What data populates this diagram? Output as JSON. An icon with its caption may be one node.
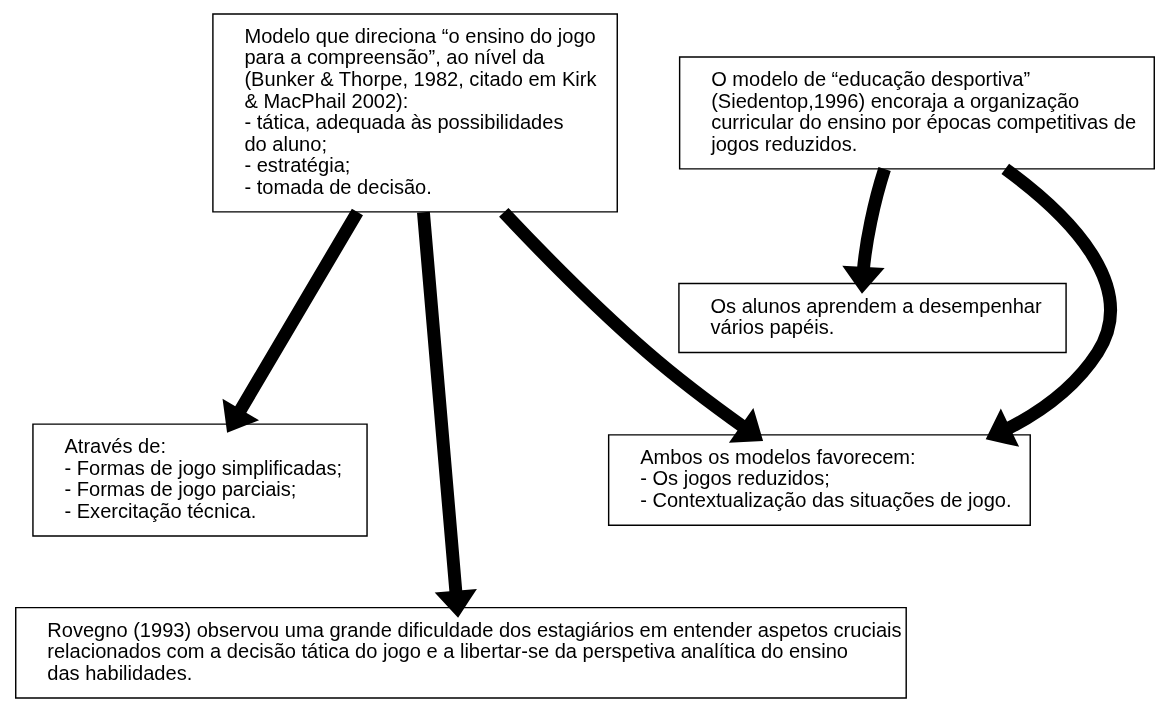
{
  "diagram": {
    "nodes": [
      {
        "text": [
          "Modelo que direciona “o ensino do jogo para a compreensão”, ao nível da (Bunker & Thorpe, 1982, citado em Kirk & MacPhail 2002):",
          "- tática, adequada às possibilidades do aluno;",
          "- estratégia;",
          "- tomada de decisão."
        ]
      },
      {
        "text": [
          "O modelo de “educação desportiva” (Siedentop,1996) encoraja a organização curricular do ensino por épocas competitivas de jogos reduzidos."
        ]
      },
      {
        "text": [
          "Os alunos aprendem a desempenhar vários papéis."
        ]
      },
      {
        "text": [
          "Através de:",
          "- Formas de jogo simplificadas;",
          "- Formas de jogo parciais;",
          "- Exercitação técnica."
        ]
      },
      {
        "text": [
          "Ambos os modelos favorecem:",
          "- Os jogos reduzidos;",
          "- Contextualização das situações de jogo."
        ]
      },
      {
        "text": [
          "Rovegno (1993) observou uma grande dificuldade dos estagiários em entender aspetos cruciais relacionados com a decisão tática do jogo e a libertar-se da perspetiva analítica do ensino das habilidades."
        ]
      }
    ],
    "edges": [
      {
        "from": 0,
        "to": 5,
        "arrow": "to"
      },
      {
        "from": 0,
        "to": 3,
        "arrow": "to"
      },
      {
        "from": 0,
        "to": 4,
        "arrow": "to"
      },
      {
        "from": 1,
        "to": 4,
        "arrow": "to"
      },
      {
        "from": 1,
        "to": 2,
        "arrow": "to"
      }
    ]
  }
}
